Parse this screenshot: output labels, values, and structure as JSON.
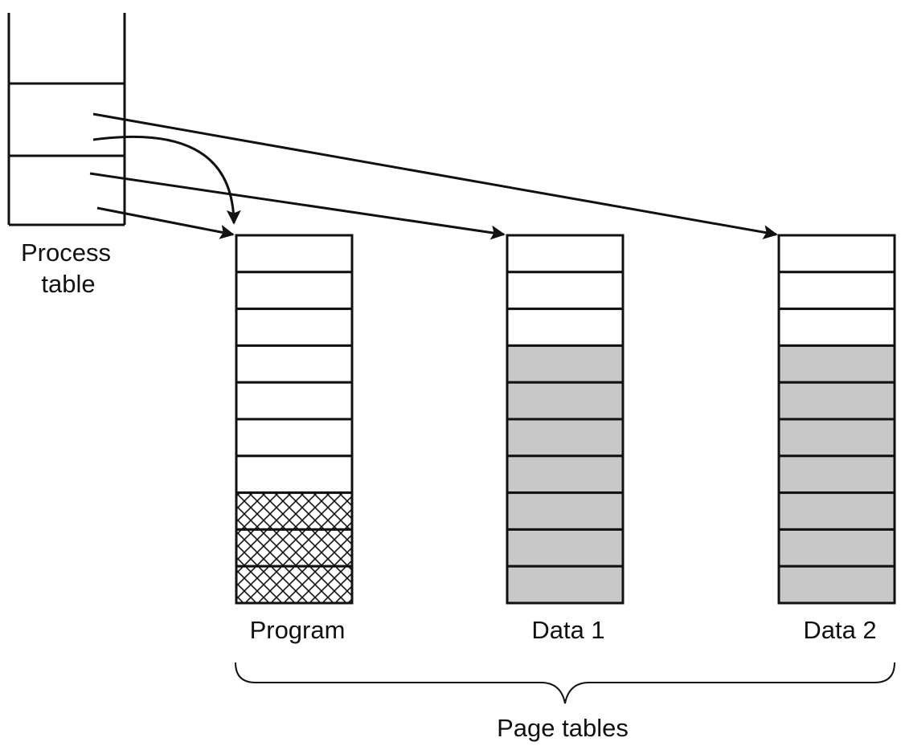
{
  "process_table": {
    "label_line1": "Process",
    "label_line2": "table"
  },
  "page_tables": {
    "label": "Page tables",
    "tables": [
      {
        "name": "Program",
        "rows": [
          "white",
          "white",
          "white",
          "white",
          "white",
          "white",
          "white",
          "hatched",
          "hatched",
          "hatched"
        ]
      },
      {
        "name": "Data 1",
        "rows": [
          "white",
          "white",
          "white",
          "gray",
          "gray",
          "gray",
          "gray",
          "gray",
          "gray",
          "gray"
        ]
      },
      {
        "name": "Data 2",
        "rows": [
          "white",
          "white",
          "white",
          "gray",
          "gray",
          "gray",
          "gray",
          "gray",
          "gray",
          "gray"
        ]
      }
    ]
  },
  "colors": {
    "ink": "#111111",
    "shaded": "#c8c8c8",
    "background": "#ffffff"
  }
}
